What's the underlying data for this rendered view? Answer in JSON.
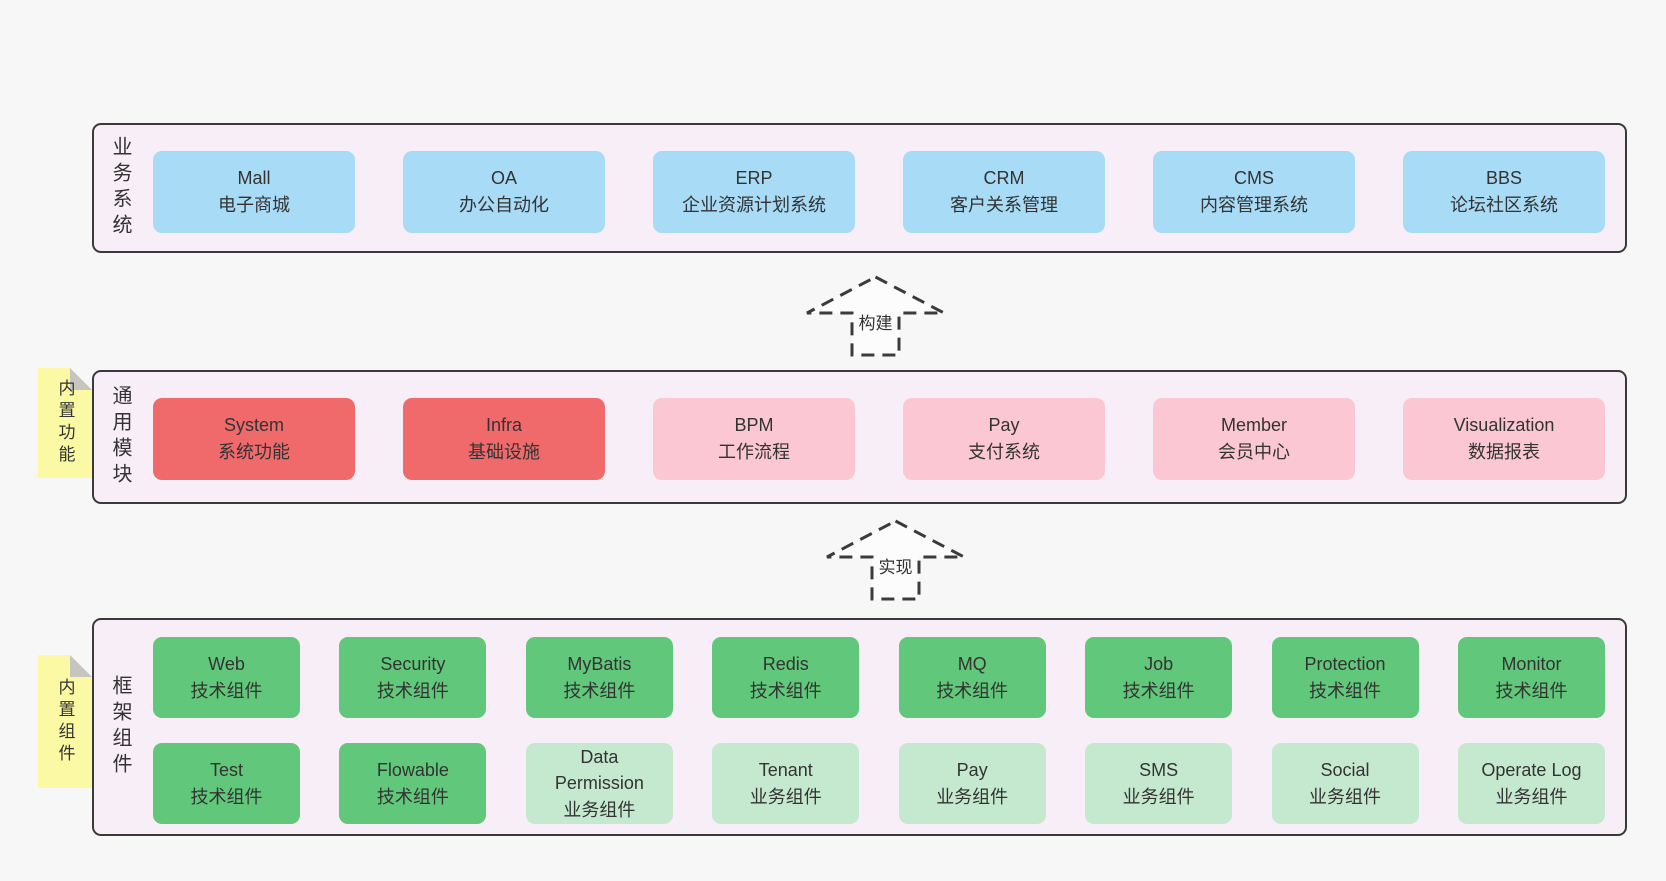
{
  "colors": {
    "page_bg": "#f7f7f7",
    "panel_bg": "#f8eef7",
    "panel_border": "#3a3a3a",
    "blue": "#a8dbf5",
    "red": "#f0696b",
    "pink": "#fac7d2",
    "green_dark": "#61c77a",
    "green_light": "#c5e9cf",
    "yellow_tag": "#fbf9a3",
    "text": "#333333"
  },
  "arrows": {
    "build": "构建",
    "implement": "实现"
  },
  "layers": {
    "business": {
      "label": "业务系统",
      "boxes": [
        {
          "title": "Mall",
          "subtitle": "电子商城"
        },
        {
          "title": "OA",
          "subtitle": "办公自动化"
        },
        {
          "title": "ERP",
          "subtitle": "企业资源计划系统"
        },
        {
          "title": "CRM",
          "subtitle": "客户关系管理"
        },
        {
          "title": "CMS",
          "subtitle": "内容管理系统"
        },
        {
          "title": "BBS",
          "subtitle": "论坛社区系统"
        }
      ]
    },
    "modules": {
      "label": "通用模块",
      "tag": "内置功能",
      "boxes": [
        {
          "title": "System",
          "subtitle": "系统功能"
        },
        {
          "title": "Infra",
          "subtitle": "基础设施"
        },
        {
          "title": "BPM",
          "subtitle": "工作流程"
        },
        {
          "title": "Pay",
          "subtitle": "支付系统"
        },
        {
          "title": "Member",
          "subtitle": "会员中心"
        },
        {
          "title": "Visualization",
          "subtitle": "数据报表"
        }
      ]
    },
    "framework": {
      "label": "框架组件",
      "tag": "内置组件",
      "rows": [
        [
          {
            "title": "Web",
            "subtitle": "技术组件"
          },
          {
            "title": "Security",
            "subtitle": "技术组件"
          },
          {
            "title": "MyBatis",
            "subtitle": "技术组件"
          },
          {
            "title": "Redis",
            "subtitle": "技术组件"
          },
          {
            "title": "MQ",
            "subtitle": "技术组件"
          },
          {
            "title": "Job",
            "subtitle": "技术组件"
          },
          {
            "title": "Protection",
            "subtitle": "技术组件"
          },
          {
            "title": "Monitor",
            "subtitle": "技术组件"
          }
        ],
        [
          {
            "title": "Test",
            "subtitle": "技术组件"
          },
          {
            "title": "Flowable",
            "subtitle": "技术组件"
          },
          {
            "title": "Data Permission",
            "subtitle": "业务组件"
          },
          {
            "title": "Tenant",
            "subtitle": "业务组件"
          },
          {
            "title": "Pay",
            "subtitle": "业务组件"
          },
          {
            "title": "SMS",
            "subtitle": "业务组件"
          },
          {
            "title": "Social",
            "subtitle": "业务组件"
          },
          {
            "title": "Operate Log",
            "subtitle": "业务组件"
          }
        ]
      ]
    }
  }
}
